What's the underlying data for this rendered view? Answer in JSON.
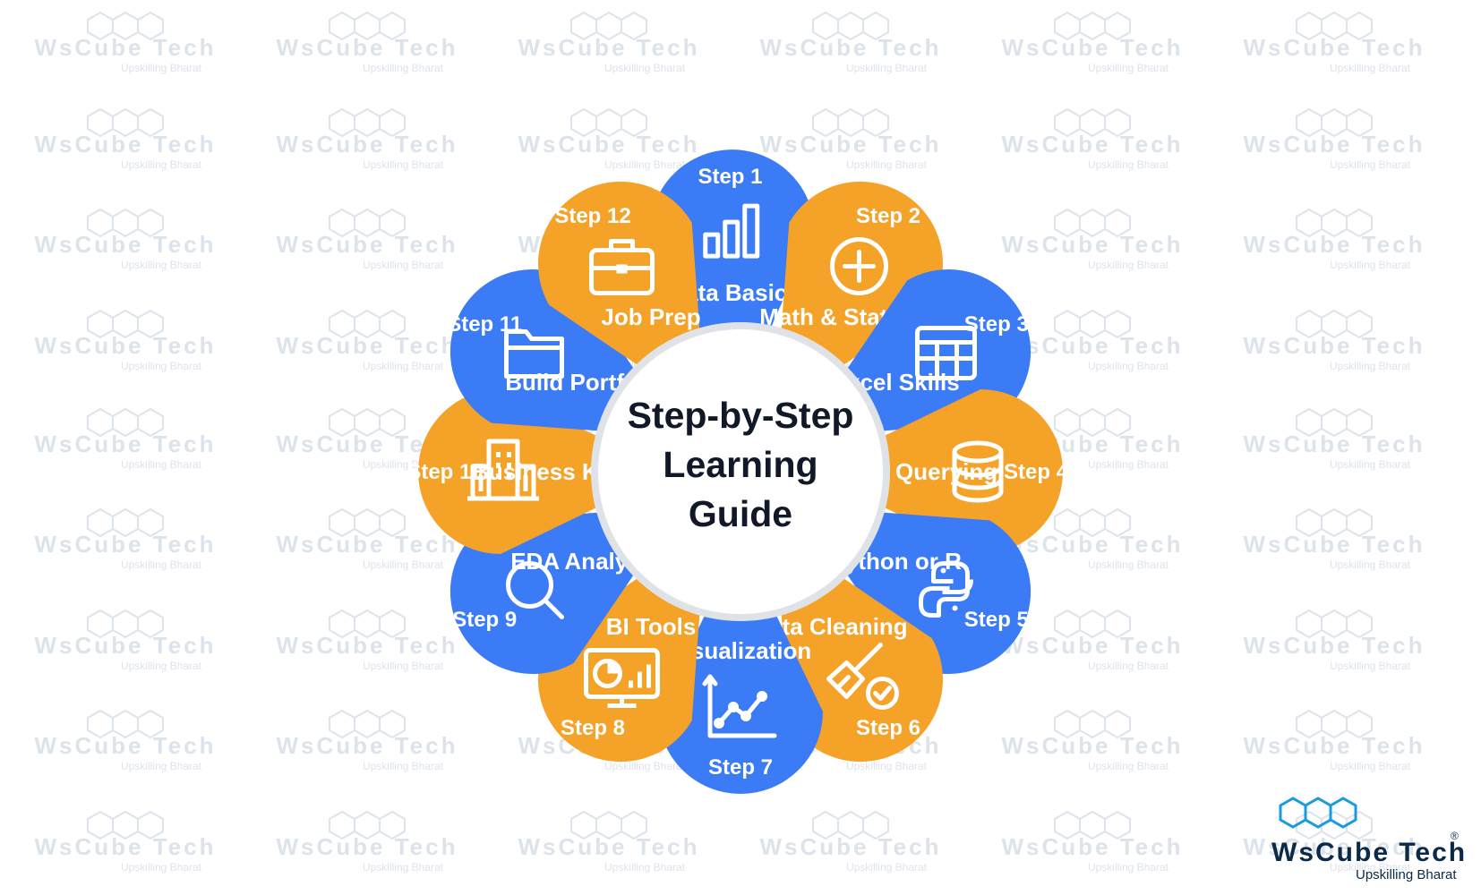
{
  "colors": {
    "blue": "#3b7bf5",
    "orange": "#f5a228",
    "center_fill": "#ffffff",
    "center_ring": "#dfe3e8",
    "title_text": "#111827",
    "brand_blue": "#1a9be0",
    "brand_navy": "#0b2a4a",
    "watermark": "#dde3ea"
  },
  "center": {
    "lines": [
      "Step-by-Step",
      "Learning",
      "Guide"
    ]
  },
  "steps": [
    {
      "step": "Step 1",
      "label": "Data Basics",
      "icon": "bar-chart-icon",
      "color": "blue"
    },
    {
      "step": "Step 2",
      "label": "Math & Stats",
      "icon": "plus-circle-icon",
      "color": "orange"
    },
    {
      "step": "Step 3",
      "label": "Excel Skills",
      "icon": "spreadsheet-table-icon",
      "color": "blue"
    },
    {
      "step": "Step 4",
      "label": "SQL Querying",
      "icon": "database-icon",
      "color": "orange"
    },
    {
      "step": "Step 5",
      "label": "Python or R",
      "icon": "python-logo-icon",
      "color": "blue"
    },
    {
      "step": "Step 6",
      "label": "Data Cleaning",
      "icon": "broom-check-icon",
      "color": "orange"
    },
    {
      "step": "Step 7",
      "label": "Visualization",
      "icon": "line-graph-icon",
      "color": "blue"
    },
    {
      "step": "Step 8",
      "label": "BI Tools",
      "icon": "monitor-dashboard-icon",
      "color": "orange"
    },
    {
      "step": "Step 9",
      "label": "EDA Analysis",
      "icon": "magnifier-icon",
      "color": "blue"
    },
    {
      "step": "Step 10",
      "label": "Business Know.",
      "icon": "office-building-icon",
      "color": "orange"
    },
    {
      "step": "Step 11",
      "label": "Build Portfolio",
      "icon": "folder-icon",
      "color": "blue"
    },
    {
      "step": "Step 12",
      "label": "Job Prep",
      "icon": "briefcase-icon",
      "color": "orange"
    }
  ],
  "watermark": {
    "text": "WsCube Tech",
    "sub": "Upskilling Bharat"
  },
  "brand": {
    "name": "WsCube Tech",
    "tagline": "Upskilling Bharat",
    "registered": "®"
  }
}
